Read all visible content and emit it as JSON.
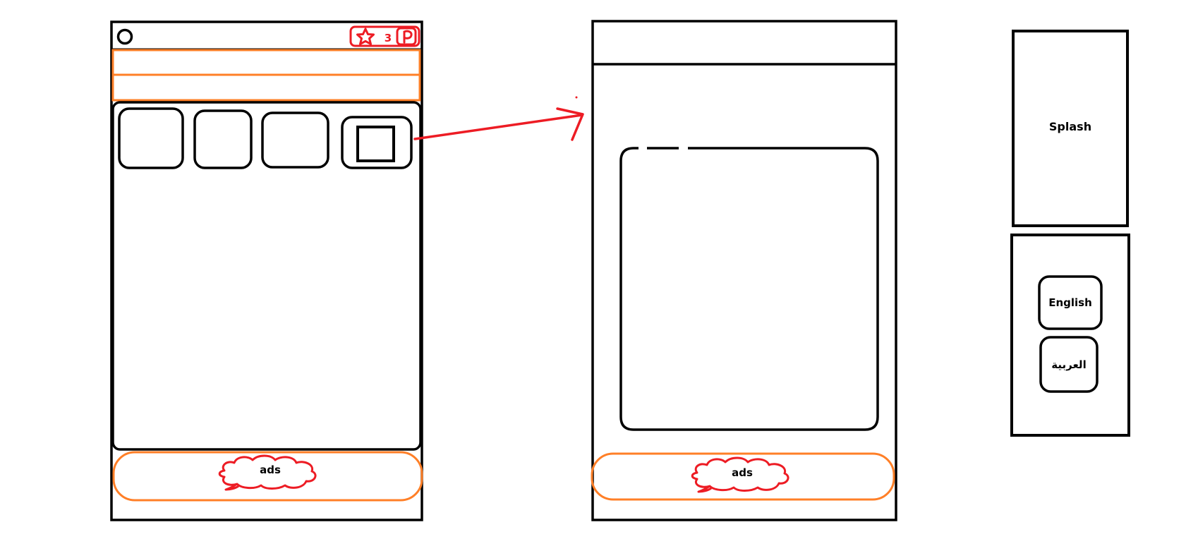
{
  "phone_main": {
    "badge_count": "3",
    "ads_label": "ads"
  },
  "phone_detail": {
    "ads_label": "ads"
  },
  "splash_screen": {
    "label": "Splash"
  },
  "language_screen": {
    "english_label": "English",
    "arabic_label": "العربية"
  },
  "colors": {
    "outline": "#000000",
    "accent_orange": "#ff7f27",
    "annotation_red": "#ed1c24"
  }
}
